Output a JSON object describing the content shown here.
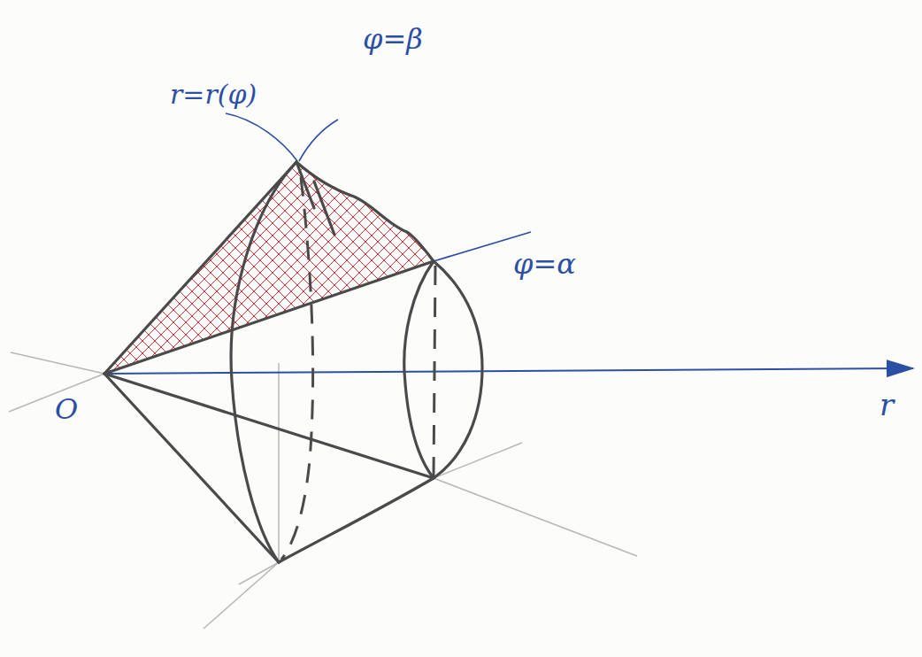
{
  "diagram": {
    "labels": [
      "r=r(φ)",
      "φ=β",
      "φ=α",
      "O",
      "r"
    ]
  }
}
